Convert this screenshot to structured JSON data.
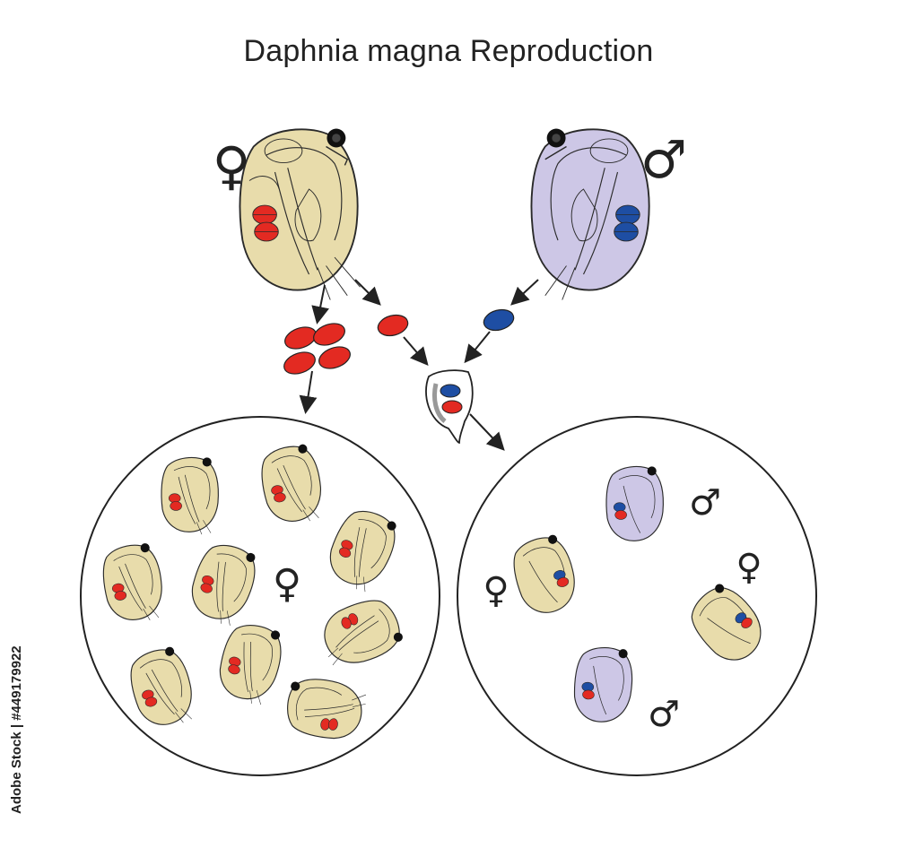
{
  "title": "Daphnia magna Reproduction",
  "watermark": "Adobe Stock | #449179922",
  "symbols": {
    "female": "♀",
    "male": "♂"
  },
  "colors": {
    "female_body": "#e8dcab",
    "male_body": "#cdc7e6",
    "egg_red": "#e32a22",
    "egg_blue": "#1e4ea3",
    "outline": "#2a2a2a"
  },
  "parents": [
    {
      "sex": "female",
      "icon": "female-symbol-icon"
    },
    {
      "sex": "male",
      "icon": "male-symbol-icon"
    }
  ],
  "asexual_clutch": {
    "offspring": [
      "female",
      "female",
      "female",
      "female",
      "female",
      "female",
      "female",
      "female",
      "female"
    ]
  },
  "sexual_clutch": {
    "offspring": [
      "male",
      "female",
      "female",
      "male"
    ]
  }
}
